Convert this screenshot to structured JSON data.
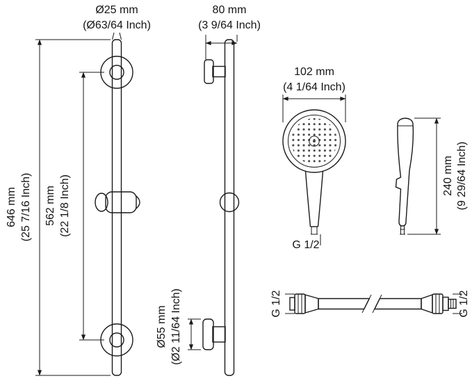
{
  "views": {
    "slidebar_front": {
      "diameter_mm": "Ø25 mm",
      "diameter_inch": "(Ø63/64 Inch)",
      "total_length_mm": "646 mm",
      "total_length_inch": "(25 7/16 Inch)",
      "mount_span_mm": "562 mm",
      "mount_span_inch": "(22 1/8 Inch)"
    },
    "slidebar_side": {
      "wall_offset_mm": "80 mm",
      "wall_offset_inch": "(3 9/64 Inch)",
      "flange_diameter_mm": "Ø55 mm",
      "flange_diameter_inch": "(Ø2 11/64 Inch)"
    },
    "handshower_front": {
      "head_width_mm": "102 mm",
      "head_width_inch": "(4 1/64 Inch)",
      "connection_thread": "G 1/2"
    },
    "handshower_side": {
      "length_mm": "240 mm",
      "length_inch": "(9 29/64 Inch)"
    },
    "hose": {
      "left_thread": "G 1/2",
      "right_thread": "G 1/2"
    }
  },
  "colors": {
    "line": "#1a1a1a",
    "background": "#ffffff"
  }
}
